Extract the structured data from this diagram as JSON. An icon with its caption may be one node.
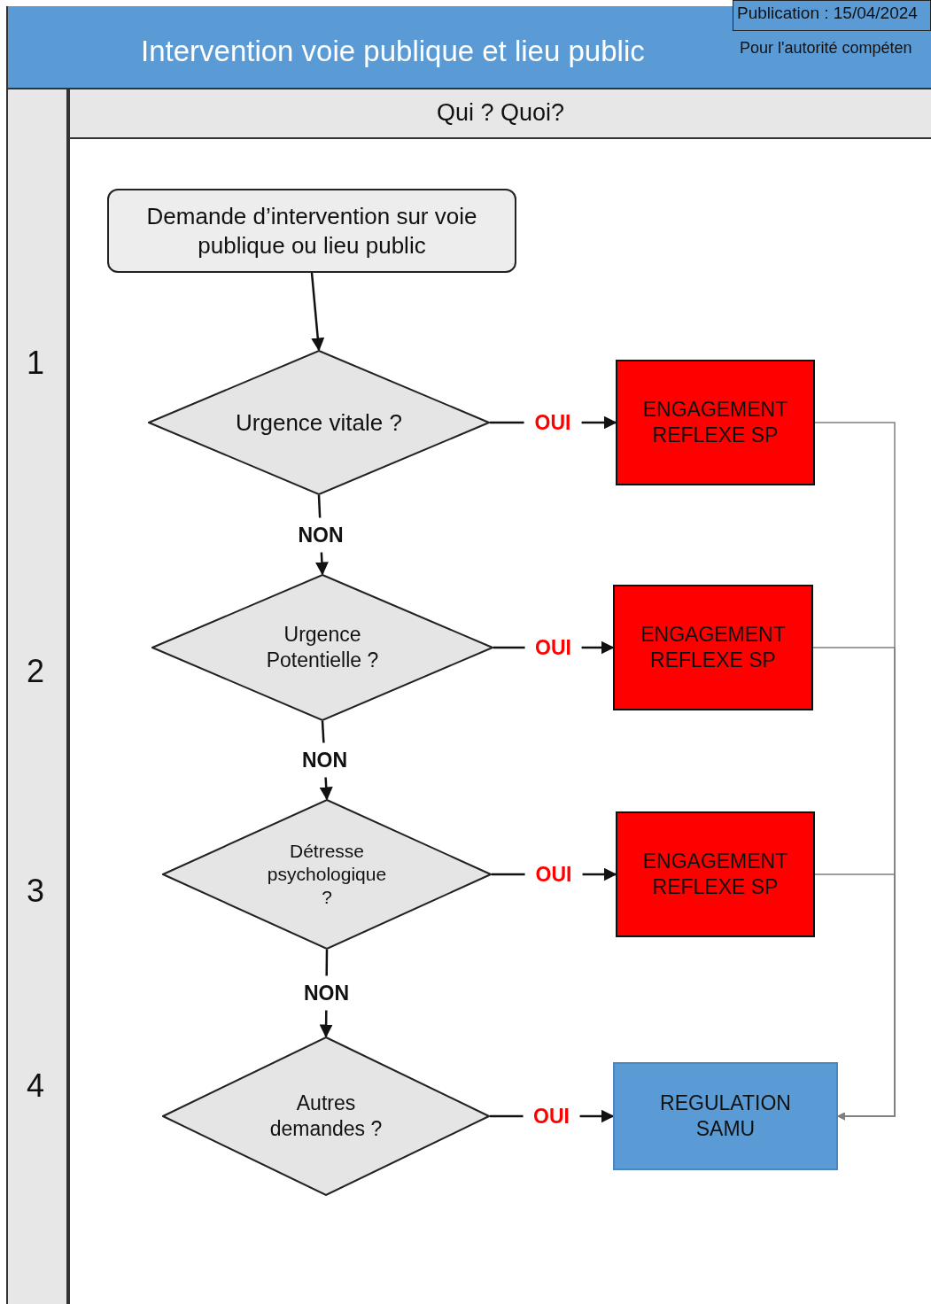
{
  "diagram": {
    "title": "Intervention voie publique et lieu public",
    "nodes": [
      {
        "text": [
          "Demande d’intervention sur voie publique ou lieu public"
        ]
      },
      {
        "text": [
          "Urgence vitale ?"
        ]
      },
      {
        "text": [
          "ENGAGEMENT REFLEXE SP"
        ]
      },
      {
        "text": [
          "Urgence Potentielle ?"
        ]
      },
      {
        "text": [
          "ENGAGEMENT REFLEXE SP"
        ]
      },
      {
        "text": [
          "Détresse psychologique ?"
        ]
      },
      {
        "text": [
          "ENGAGEMENT REFLEXE SP"
        ]
      },
      {
        "text": [
          "Autres demandes ?"
        ]
      },
      {
        "text": [
          "REGULATION SAMU"
        ]
      }
    ],
    "edges": [
      {
        "from": 0,
        "to": 1,
        "arrow": "to"
      },
      {
        "from": 1,
        "to": 2,
        "arrow": "to",
        "label": "OUI"
      },
      {
        "from": 1,
        "to": 3,
        "arrow": "to",
        "label": "NON"
      },
      {
        "from": 3,
        "to": 4,
        "arrow": "to",
        "label": "OUI"
      },
      {
        "from": 3,
        "to": 5,
        "arrow": "to",
        "label": "NON"
      },
      {
        "from": 5,
        "to": 6,
        "arrow": "to",
        "label": "OUI"
      },
      {
        "from": 5,
        "to": 7,
        "arrow": "to",
        "label": "NON"
      },
      {
        "from": 7,
        "to": 8,
        "arrow": "to",
        "label": "OUI"
      },
      {
        "from": 2,
        "to": 8,
        "arrow": "to",
        "color": "#7f7f7f"
      },
      {
        "from": 4,
        "to": 8,
        "arrow": "to",
        "color": "#7f7f7f"
      },
      {
        "from": 6,
        "to": 8,
        "arrow": "to",
        "color": "#7f7f7f"
      }
    ],
    "labels": [
      "Publication : 15/04/2024",
      "Pour l'autorité compéten",
      "Qui ? Quoi?",
      "1",
      "2",
      "3",
      "4"
    ]
  }
}
